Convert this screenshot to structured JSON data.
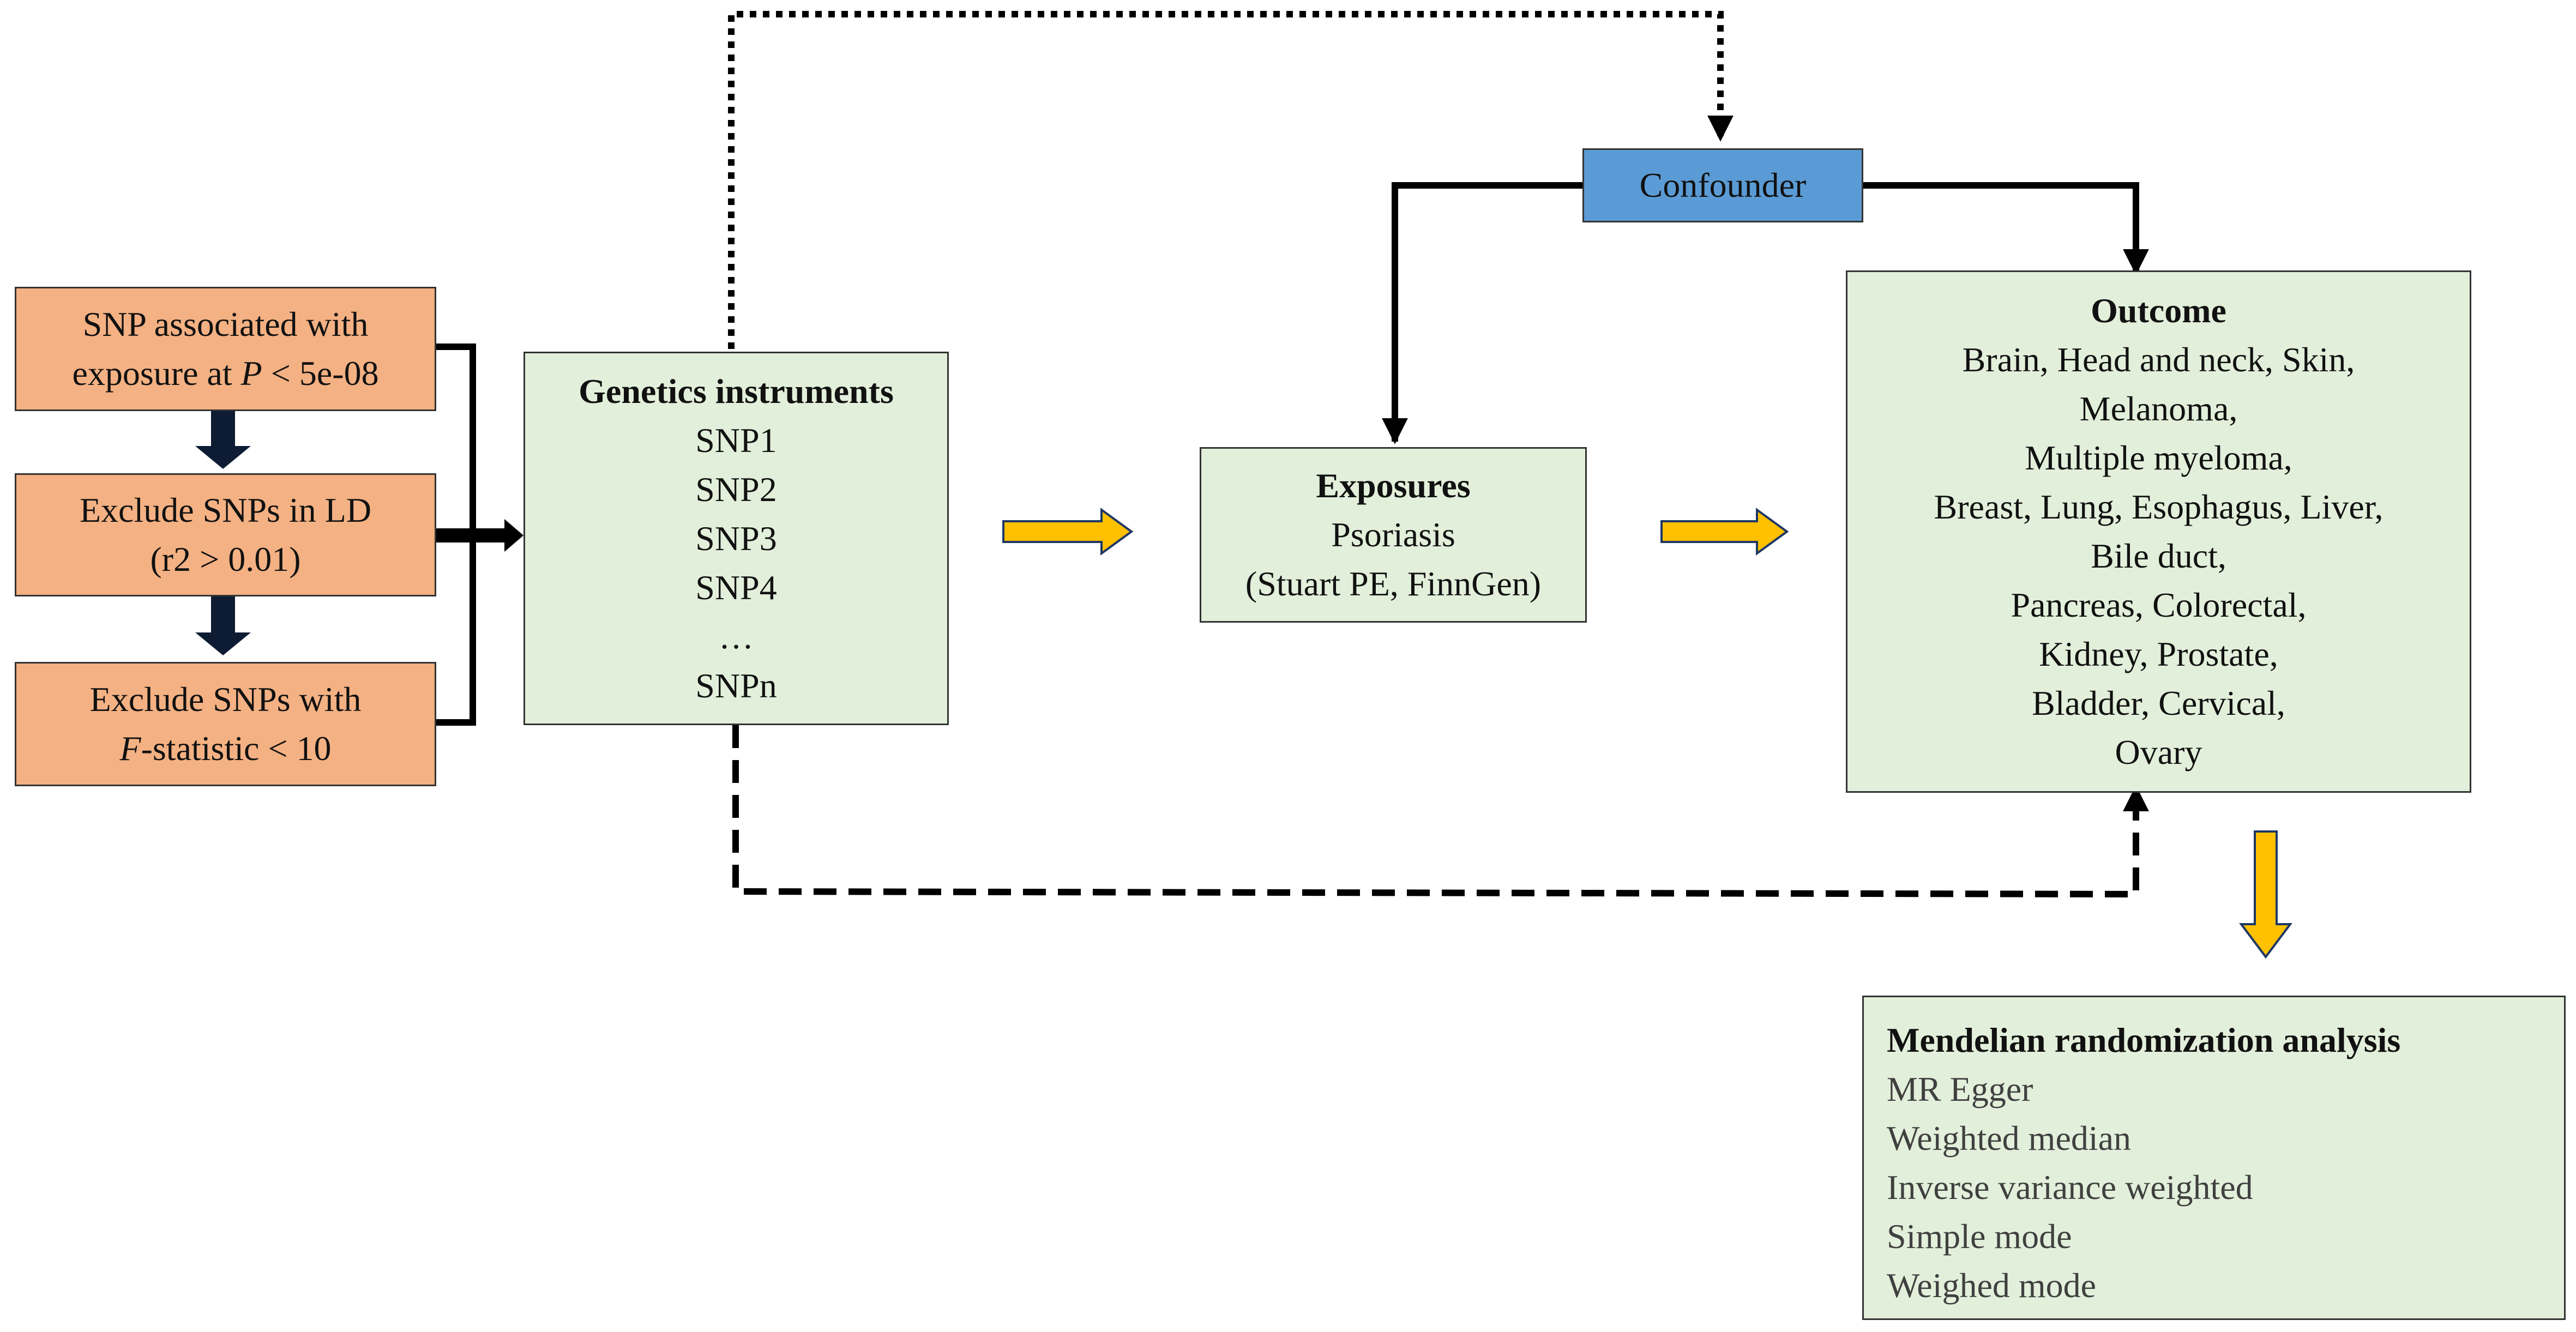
{
  "selection_steps": {
    "step1": {
      "text_a": "SNP associated with",
      "text_b_pre": "exposure at ",
      "text_b_italic": "P",
      "text_b_post": " < 5e-08"
    },
    "step2": {
      "line1": "Exclude SNPs in LD",
      "line2": "(r2 > 0.01)"
    },
    "step3": {
      "line1": "Exclude SNPs with",
      "line2_italic": "F",
      "line2_post": "-statistic < 10"
    }
  },
  "instruments": {
    "title": "Genetics instruments",
    "items": [
      "SNP1",
      "SNP2",
      "SNP3",
      "SNP4",
      "…",
      "SNPn"
    ]
  },
  "exposures": {
    "title": "Exposures",
    "lines": [
      "Psoriasis",
      "(Stuart PE, FinnGen)"
    ]
  },
  "confounder": {
    "label": "Confounder"
  },
  "outcome": {
    "title": "Outcome",
    "lines": [
      "Brain, Head and neck, Skin,",
      "Melanoma,",
      "Multiple myeloma,",
      "Breast, Lung, Esophagus, Liver,",
      "Bile duct,",
      "Pancreas, Colorectal,",
      "Kidney, Prostate,",
      "Bladder, Cervical,",
      "Ovary"
    ]
  },
  "analysis": {
    "title": "Mendelian randomization analysis",
    "methods": [
      "MR Egger",
      "Weighted median",
      "Inverse variance weighted",
      "Simple mode",
      "Weighed mode"
    ]
  },
  "colors": {
    "orange_box": "#f4b183",
    "green_box": "#e2efda",
    "blue_box": "#5b9bd5",
    "yellow_arrow": "#ffc000",
    "dark_arrow": "#0d1b33"
  }
}
